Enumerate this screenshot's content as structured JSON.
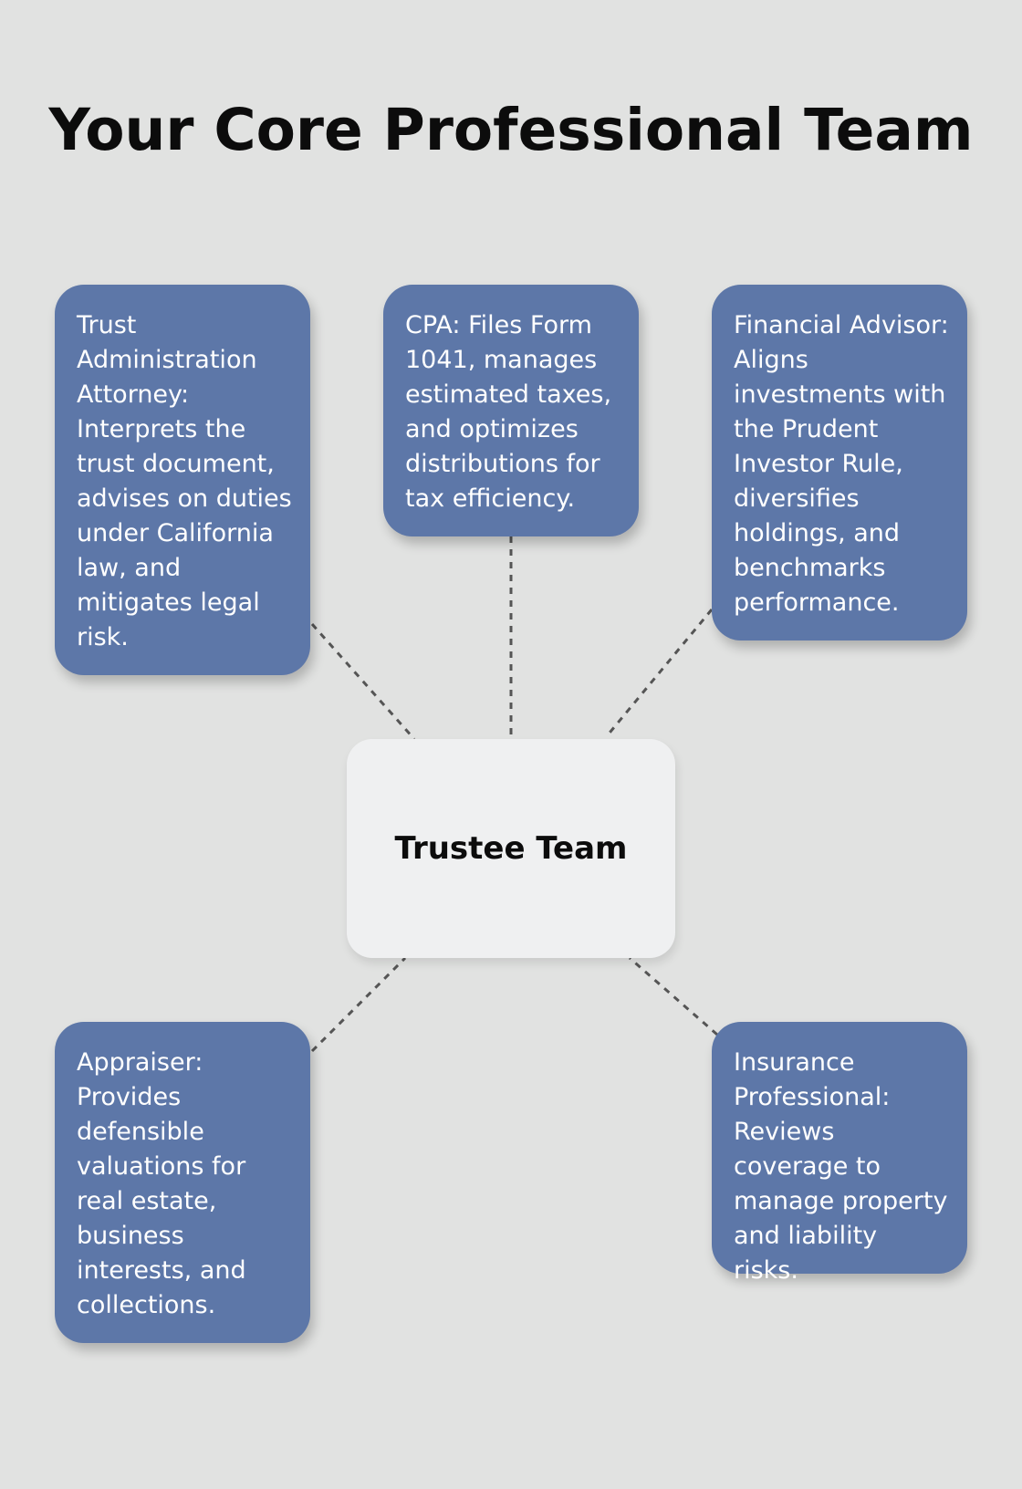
{
  "title": "Your Core Professional Team",
  "center": {
    "label": "Trustee Team"
  },
  "nodes": {
    "attorney": "Trust Administration Attorney: Interprets the trust document, advises on duties under California law, and mitigates legal risk.",
    "cpa": "CPA: Files Form 1041, manages estimated taxes, and optimizes distributions for tax efficiency.",
    "advisor": "Financial Advisor: Aligns investments with the Prudent Investor Rule, diversifies holdings, and benchmarks performance.",
    "appraiser": "Appraiser: Provides defensible valuations for real estate, business interests, and collections.",
    "insurance": "Insurance Professional: Reviews coverage to manage property and liability risks."
  },
  "colors": {
    "background": "#e1e2e1",
    "node_fill": "#5d77a8",
    "center_fill": "#eff0f1",
    "connector": "#555555"
  }
}
